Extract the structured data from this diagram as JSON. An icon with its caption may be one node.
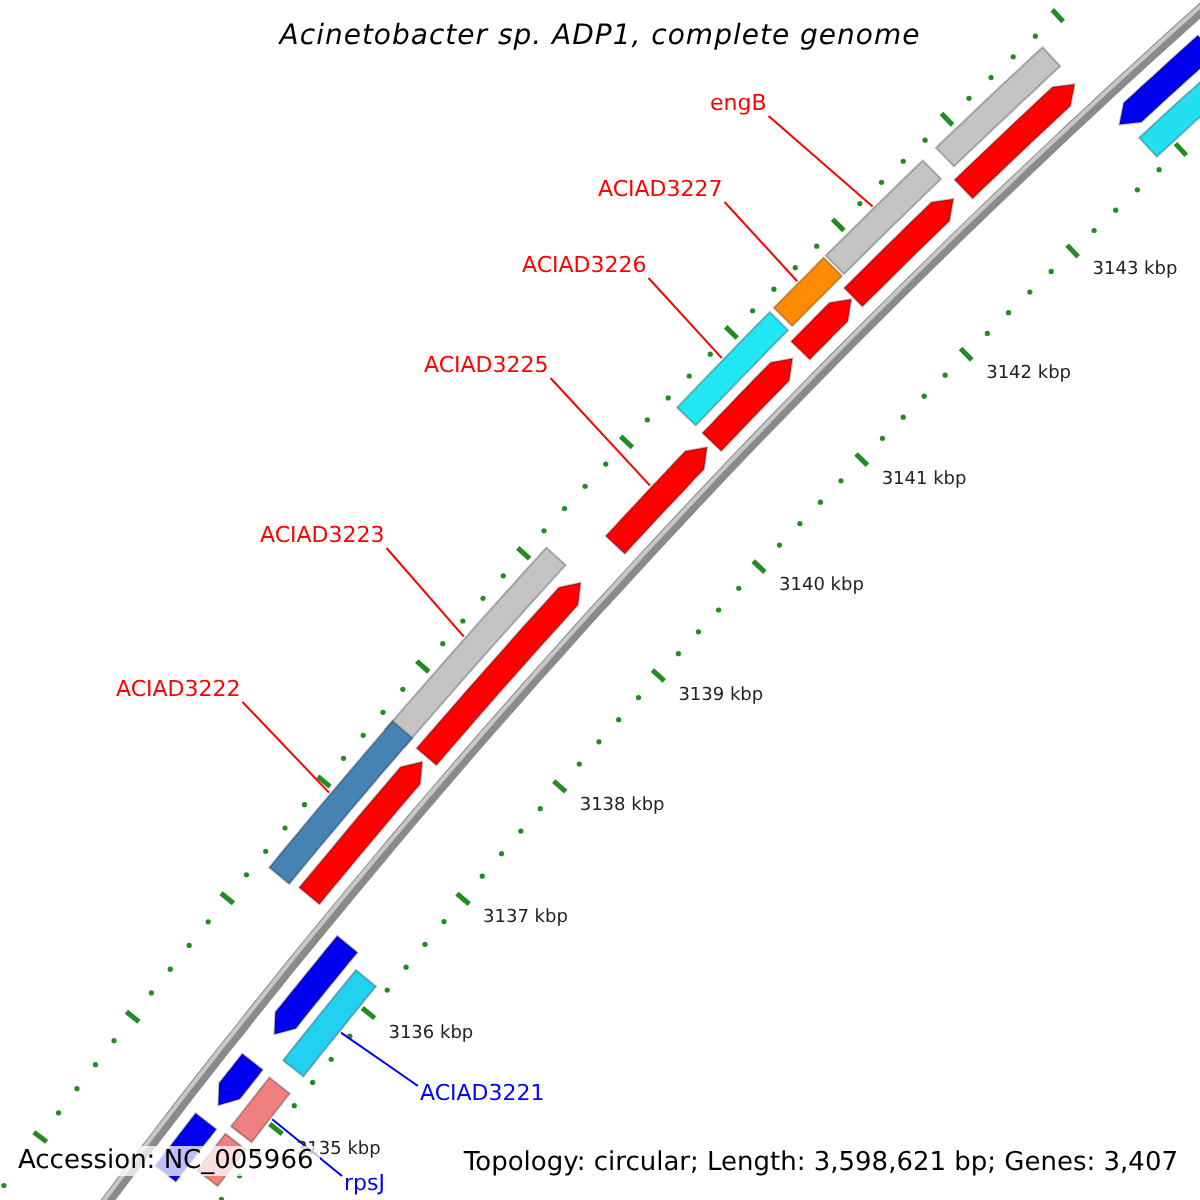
{
  "diagram": {
    "title": "Acinetobacter sp. ADP1, complete genome",
    "nodes": [
      {
        "text": [
          "engB"
        ]
      },
      {
        "text": [
          "ACIAD3227"
        ]
      },
      {
        "text": [
          "ACIAD3226"
        ]
      },
      {
        "text": [
          "ACIAD3225"
        ]
      },
      {
        "text": [
          "ACIAD3223"
        ]
      },
      {
        "text": [
          "ACIAD3222"
        ]
      },
      {
        "text": [
          "ACIAD3221"
        ]
      },
      {
        "text": [
          "rpsJ"
        ]
      },
      {
        "text": [],
        "shape": "arrow"
      },
      {
        "text": [],
        "shape": "box"
      },
      {
        "text": [],
        "shape": "box"
      },
      {
        "text": [],
        "shape": "arrow"
      },
      {
        "text": [],
        "shape": "box"
      },
      {
        "text": [],
        "shape": "arrow"
      },
      {
        "text": [],
        "shape": "box"
      },
      {
        "text": [],
        "shape": "arrow"
      },
      {
        "text": [],
        "shape": "box"
      },
      {
        "text": [],
        "shape": "arrow"
      },
      {
        "text": [],
        "shape": "arrow"
      },
      {
        "text": [],
        "shape": "box"
      },
      {
        "text": [],
        "shape": "arrow"
      },
      {
        "text": [],
        "shape": "box"
      },
      {
        "text": [],
        "shape": "arrow"
      },
      {
        "text": [],
        "shape": "arrow"
      },
      {
        "text": [],
        "shape": "box"
      },
      {
        "text": [],
        "shape": "arrow"
      },
      {
        "text": [],
        "shape": "box"
      },
      {
        "text": [],
        "shape": "box"
      },
      {
        "text": [],
        "shape": "box"
      }
    ],
    "edges": [
      {
        "from": 0,
        "to": 12,
        "arrow": "none"
      },
      {
        "from": 1,
        "to": 14,
        "arrow": "none"
      },
      {
        "from": 2,
        "to": 16,
        "arrow": "none"
      },
      {
        "from": 3,
        "to": 18,
        "arrow": "none"
      },
      {
        "from": 4,
        "to": 19,
        "arrow": "none"
      },
      {
        "from": 5,
        "to": 21,
        "arrow": "none"
      },
      {
        "from": 6,
        "to": 24,
        "arrow": "none",
        "color": "#0000ff"
      },
      {
        "from": 7,
        "to": 26,
        "arrow": "none",
        "color": "#0000ff"
      }
    ],
    "labels": [
      "3143 kbp",
      "3142 kbp",
      "3141 kbp",
      "3140 kbp",
      "3139 kbp",
      "3138 kbp",
      "3137 kbp",
      "3136 kbp",
      "3135 kbp",
      "Accession: NC_005966",
      "Topology: circular; Length: 3,598,621 bp; Genes: 3,407"
    ]
  }
}
